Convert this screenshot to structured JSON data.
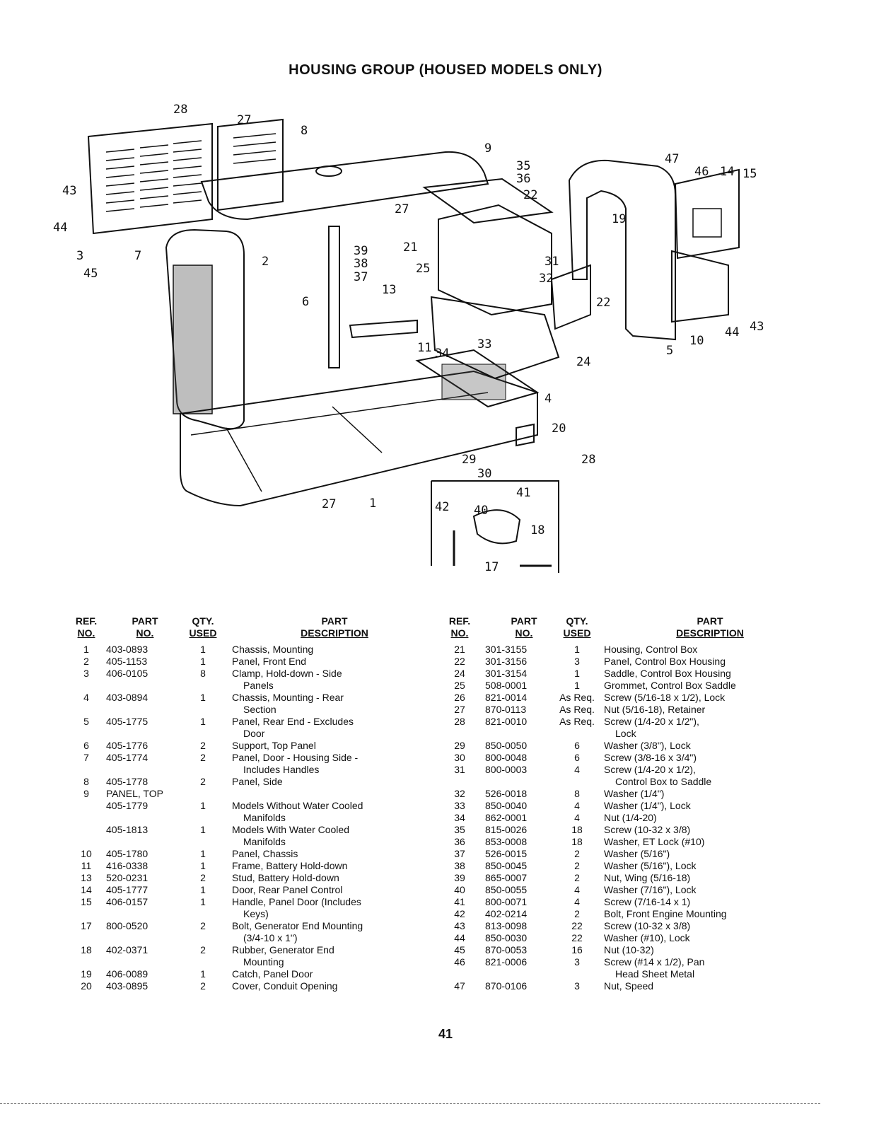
{
  "title": "HOUSING GROUP (HOUSED MODELS ONLY)",
  "page_number": "41",
  "headers": {
    "ref_1": "REF.",
    "ref_2": "NO.",
    "part_1": "PART",
    "part_2": "NO.",
    "qty_1": "QTY.",
    "qty_2": "USED",
    "desc_1": "PART",
    "desc_2": "DESCRIPTION"
  },
  "callouts": [
    "28",
    "27",
    "8",
    "9",
    "35",
    "36",
    "22",
    "27",
    "47",
    "46",
    "14",
    "15",
    "43",
    "44",
    "3",
    "45",
    "7",
    "2",
    "39",
    "21",
    "38",
    "37",
    "25",
    "13",
    "31",
    "32",
    "19",
    "6",
    "22",
    "10",
    "44",
    "43",
    "11",
    "34",
    "33",
    "24",
    "5",
    "4",
    "20",
    "29",
    "30",
    "28",
    "27",
    "1",
    "41",
    "42",
    "40",
    "18",
    "17"
  ],
  "left_rows": [
    {
      "ref": "1",
      "part": "403-0893",
      "qty": "1",
      "desc": [
        "Chassis, Mounting"
      ]
    },
    {
      "ref": "2",
      "part": "405-1153",
      "qty": "1",
      "desc": [
        "Panel, Front End"
      ]
    },
    {
      "ref": "3",
      "part": "406-0105",
      "qty": "8",
      "desc": [
        "Clamp, Hold-down - Side",
        "Panels"
      ]
    },
    {
      "ref": "4",
      "part": "403-0894",
      "qty": "1",
      "desc": [
        "Chassis, Mounting - Rear",
        "Section"
      ]
    },
    {
      "ref": "5",
      "part": "405-1775",
      "qty": "1",
      "desc": [
        "Panel, Rear End - Excludes",
        "Door"
      ]
    },
    {
      "ref": "6",
      "part": "405-1776",
      "qty": "2",
      "desc": [
        "Support, Top Panel"
      ]
    },
    {
      "ref": "7",
      "part": "405-1774",
      "qty": "2",
      "desc": [
        "Panel, Door - Housing Side -",
        "Includes Handles"
      ]
    },
    {
      "ref": "8",
      "part": "405-1778",
      "qty": "2",
      "desc": [
        "Panel, Side"
      ]
    },
    {
      "ref": "9",
      "part": "PANEL, TOP",
      "qty": "",
      "desc": []
    },
    {
      "ref": "",
      "part": "405-1779",
      "qty": "1",
      "desc": [
        "Models Without Water Cooled",
        "Manifolds"
      ]
    },
    {
      "ref": "",
      "part": "405-1813",
      "qty": "1",
      "desc": [
        "Models With Water Cooled",
        "Manifolds"
      ]
    },
    {
      "ref": "10",
      "part": "405-1780",
      "qty": "1",
      "desc": [
        "Panel, Chassis"
      ]
    },
    {
      "ref": "11",
      "part": "416-0338",
      "qty": "1",
      "desc": [
        "Frame, Battery Hold-down"
      ]
    },
    {
      "ref": "13",
      "part": "520-0231",
      "qty": "2",
      "desc": [
        "Stud, Battery Hold-down"
      ]
    },
    {
      "ref": "14",
      "part": "405-1777",
      "qty": "1",
      "desc": [
        "Door, Rear Panel Control"
      ]
    },
    {
      "ref": "15",
      "part": "406-0157",
      "qty": "1",
      "desc": [
        "Handle, Panel Door (Includes",
        "Keys)"
      ]
    },
    {
      "ref": "17",
      "part": "800-0520",
      "qty": "2",
      "desc": [
        "Bolt, Generator End Mounting",
        "(3/4-10 x 1\")"
      ]
    },
    {
      "ref": "18",
      "part": "402-0371",
      "qty": "2",
      "desc": [
        "Rubber, Generator End",
        "Mounting"
      ]
    },
    {
      "ref": "19",
      "part": "406-0089",
      "qty": "1",
      "desc": [
        "Catch, Panel Door"
      ]
    },
    {
      "ref": "20",
      "part": "403-0895",
      "qty": "2",
      "desc": [
        "Cover, Conduit Opening"
      ]
    }
  ],
  "right_rows": [
    {
      "ref": "21",
      "part": "301-3155",
      "qty": "1",
      "desc": [
        "Housing, Control Box"
      ]
    },
    {
      "ref": "22",
      "part": "301-3156",
      "qty": "3",
      "desc": [
        "Panel, Control Box Housing"
      ]
    },
    {
      "ref": "24",
      "part": "301-3154",
      "qty": "1",
      "desc": [
        "Saddle, Control Box Housing"
      ]
    },
    {
      "ref": "25",
      "part": "508-0001",
      "qty": "1",
      "desc": [
        "Grommet, Control Box Saddle"
      ]
    },
    {
      "ref": "26",
      "part": "821-0014",
      "qty": "As Req.",
      "desc": [
        "Screw (5/16-18 x 1/2), Lock"
      ]
    },
    {
      "ref": "27",
      "part": "870-0113",
      "qty": "As Req.",
      "desc": [
        "Nut (5/16-18), Retainer"
      ]
    },
    {
      "ref": "28",
      "part": "821-0010",
      "qty": "As Req.",
      "desc": [
        "Screw (1/4-20 x 1/2\"),",
        "Lock"
      ]
    },
    {
      "ref": "29",
      "part": "850-0050",
      "qty": "6",
      "desc": [
        "Washer (3/8\"), Lock"
      ]
    },
    {
      "ref": "30",
      "part": "800-0048",
      "qty": "6",
      "desc": [
        "Screw (3/8-16 x 3/4\")"
      ]
    },
    {
      "ref": "31",
      "part": "800-0003",
      "qty": "4",
      "desc": [
        "Screw (1/4-20 x 1/2),",
        "Control Box to Saddle"
      ]
    },
    {
      "ref": "32",
      "part": "526-0018",
      "qty": "8",
      "desc": [
        "Washer (1/4\")"
      ]
    },
    {
      "ref": "33",
      "part": "850-0040",
      "qty": "4",
      "desc": [
        "Washer (1/4\"), Lock"
      ]
    },
    {
      "ref": "34",
      "part": "862-0001",
      "qty": "4",
      "desc": [
        "Nut (1/4-20)"
      ]
    },
    {
      "ref": "35",
      "part": "815-0026",
      "qty": "18",
      "desc": [
        "Screw (10-32 x 3/8)"
      ]
    },
    {
      "ref": "36",
      "part": "853-0008",
      "qty": "18",
      "desc": [
        "Washer, ET Lock (#10)"
      ]
    },
    {
      "ref": "37",
      "part": "526-0015",
      "qty": "2",
      "desc": [
        "Washer (5/16\")"
      ]
    },
    {
      "ref": "38",
      "part": "850-0045",
      "qty": "2",
      "desc": [
        "Washer (5/16\"), Lock"
      ]
    },
    {
      "ref": "39",
      "part": "865-0007",
      "qty": "2",
      "desc": [
        "Nut, Wing (5/16-18)"
      ]
    },
    {
      "ref": "40",
      "part": "850-0055",
      "qty": "4",
      "desc": [
        "Washer (7/16\"), Lock"
      ]
    },
    {
      "ref": "41",
      "part": "800-0071",
      "qty": "4",
      "desc": [
        "Screw (7/16-14 x 1)"
      ]
    },
    {
      "ref": "42",
      "part": "402-0214",
      "qty": "2",
      "desc": [
        "Bolt, Front Engine Mounting"
      ]
    },
    {
      "ref": "43",
      "part": "813-0098",
      "qty": "22",
      "desc": [
        "Screw (10-32 x 3/8)"
      ]
    },
    {
      "ref": "44",
      "part": "850-0030",
      "qty": "22",
      "desc": [
        "Washer (#10), Lock"
      ]
    },
    {
      "ref": "45",
      "part": "870-0053",
      "qty": "16",
      "desc": [
        "Nut (10-32)"
      ]
    },
    {
      "ref": "46",
      "part": "821-0006",
      "qty": "3",
      "desc": [
        "Screw (#14 x 1/2), Pan",
        "Head Sheet Metal"
      ]
    },
    {
      "ref": "47",
      "part": "870-0106",
      "qty": "3",
      "desc": [
        "Nut, Speed"
      ]
    }
  ]
}
